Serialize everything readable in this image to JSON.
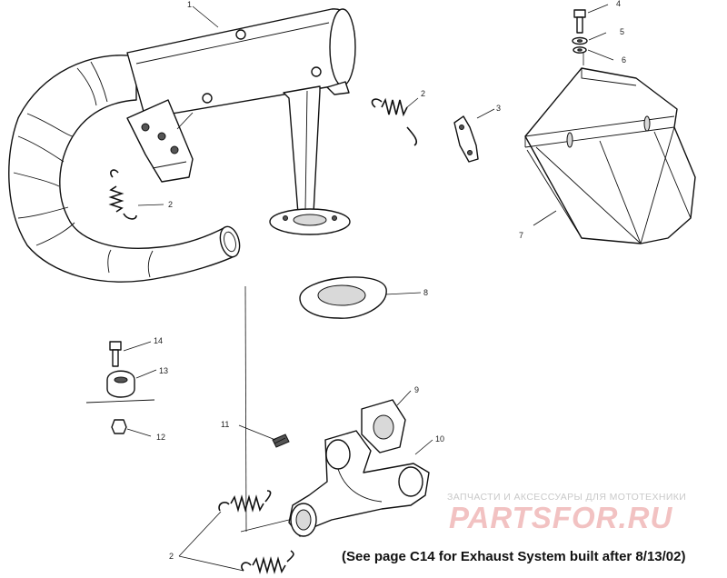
{
  "callouts": {
    "c1": "1",
    "c2a": "2",
    "c2b": "2",
    "c2c": "2",
    "c3": "3",
    "c4": "4",
    "c5": "5",
    "c6": "6",
    "c7": "7",
    "c8": "8",
    "c9": "9",
    "c10": "10",
    "c11": "11",
    "c12": "12",
    "c13": "13",
    "c14": "14"
  },
  "note": "(See page C14 for Exhaust System built after 8/13/02)",
  "watermark": {
    "tagline": "ЗАПЧАСТИ И АКСЕССУАРЫ ДЛЯ МОТОТЕХНИКИ",
    "logo": "PARTSFOR.RU"
  }
}
